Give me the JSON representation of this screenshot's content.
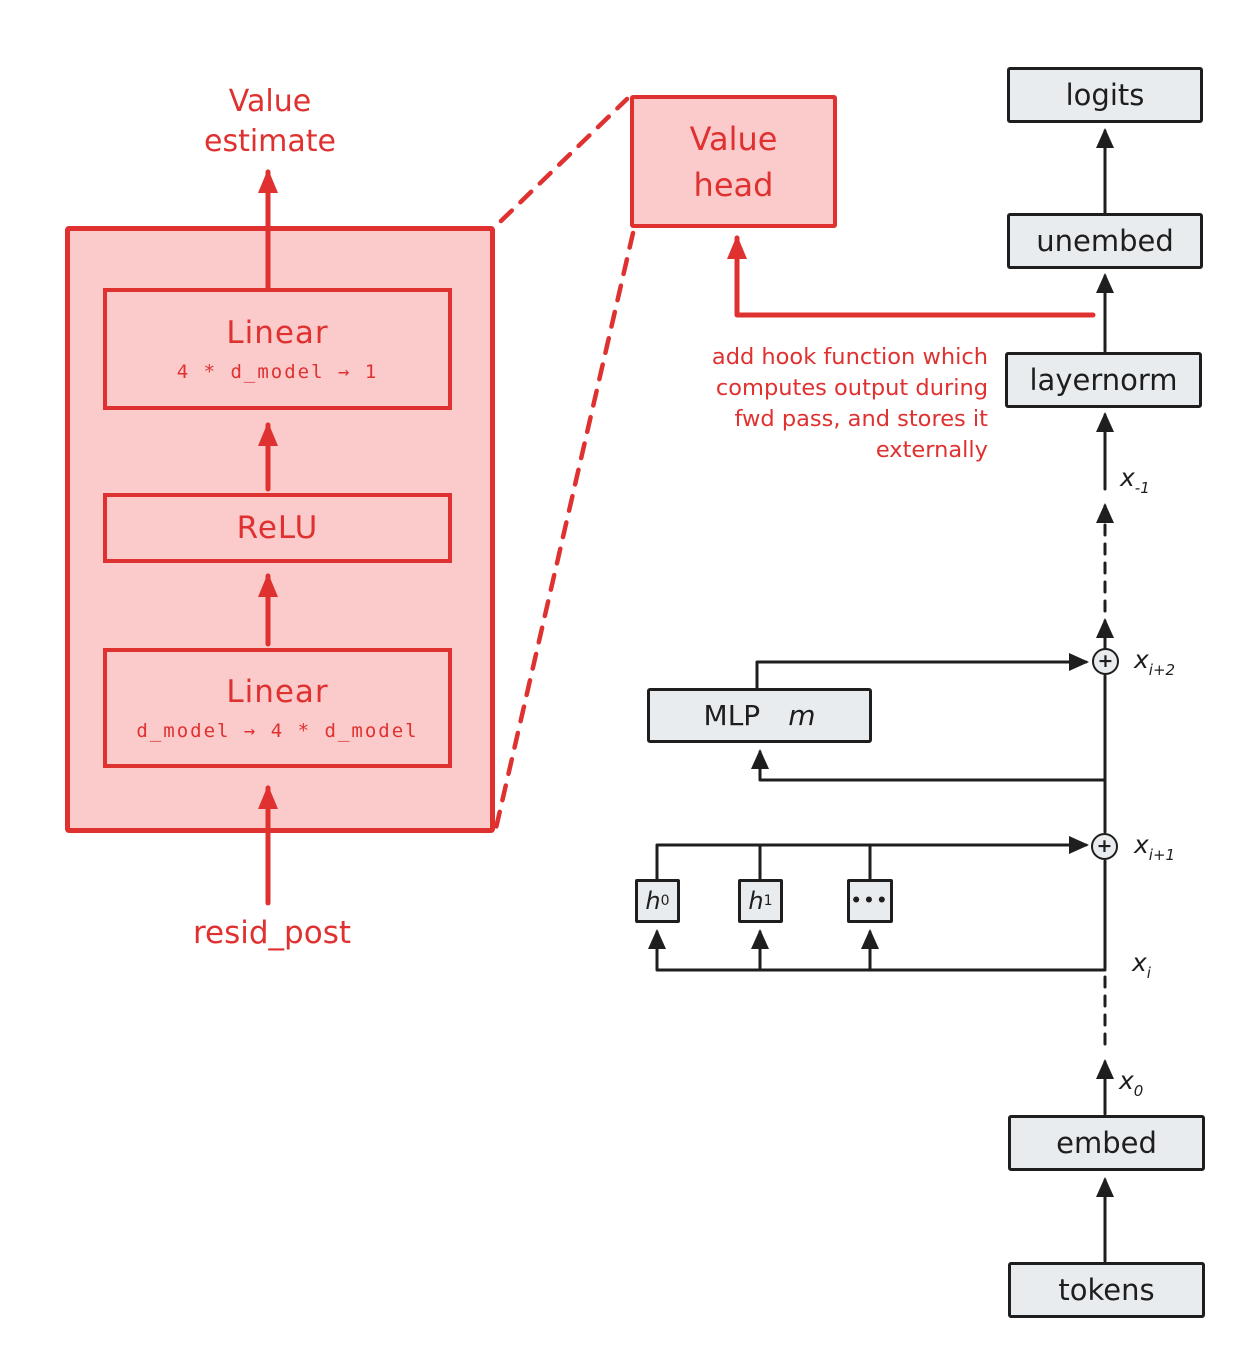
{
  "colors": {
    "red_stroke": "#e03131",
    "pink_fill": "#fbcaca",
    "ink": "#1e1e1e",
    "gray_fill": "#e9ecef",
    "background": "#ffffff"
  },
  "icons": {
    "residual_add": "plus-circle"
  },
  "detail": {
    "output_line1": "Value",
    "output_line2": "estimate",
    "layer1_title": "Linear",
    "layer1_sub": "4 * d_model → 1",
    "layer2_title": "ReLU",
    "layer3_title": "Linear",
    "layer3_sub": "d_model → 4 * d_model",
    "input_label": "resid_post"
  },
  "value_head": {
    "line1": "Value",
    "line2": "head"
  },
  "annotation": {
    "line1": "add hook function which",
    "line2": "computes output during",
    "line3": "fwd pass, and stores it",
    "line4": "externally"
  },
  "pipeline": {
    "logits": "logits",
    "unembed": "unembed",
    "layernorm": "layernorm",
    "embed": "embed",
    "tokens": "tokens",
    "mlp_label": "MLP",
    "mlp_param": "m",
    "head0_base": "h",
    "head0_sub": "0",
    "head1_base": "h",
    "head1_sub": "1",
    "heads_more": "•••",
    "x_top_base": "x",
    "x_top_sub": "-1",
    "x_i2_base": "x",
    "x_i2_sub": "i+2",
    "x_i1_base": "x",
    "x_i1_sub": "i+1",
    "x_i_base": "x",
    "x_i_sub": "i",
    "x_0_base": "x",
    "x_0_sub": "0",
    "add_glyph": "+"
  }
}
